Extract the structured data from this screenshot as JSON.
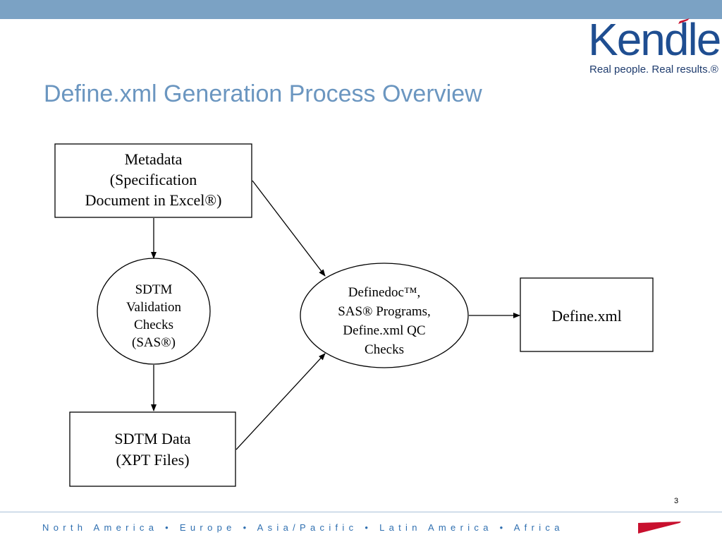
{
  "slide": {
    "title": "Define.xml Generation Process Overview",
    "page_number": "3"
  },
  "logo": {
    "brand": "Kendle",
    "tagline": "Real people. Real results.®"
  },
  "footer": {
    "regions": "North America • Europe • Asia/Pacific • Latin America • Africa"
  },
  "diagram": {
    "nodes": {
      "metadata": {
        "lines": [
          "Metadata",
          "(Specification",
          "Document in Excel®)"
        ]
      },
      "sdtm_checks": {
        "lines": [
          "SDTM",
          "Validation",
          "Checks",
          "(SAS®)"
        ]
      },
      "sdtm_data": {
        "lines": [
          "SDTM Data",
          "(XPT Files)"
        ]
      },
      "definedoc": {
        "lines": [
          "Definedoc™,",
          "SAS® Programs,",
          "Define.xml QC",
          "Checks"
        ]
      },
      "define_xml": {
        "lines": [
          "Define.xml"
        ]
      }
    }
  },
  "colors": {
    "top_bar": "#7ba2c4",
    "title": "#6b96c0",
    "logo_blue": "#1f4e91",
    "logo_red": "#c8102e",
    "footer_text": "#2f6fb0"
  }
}
